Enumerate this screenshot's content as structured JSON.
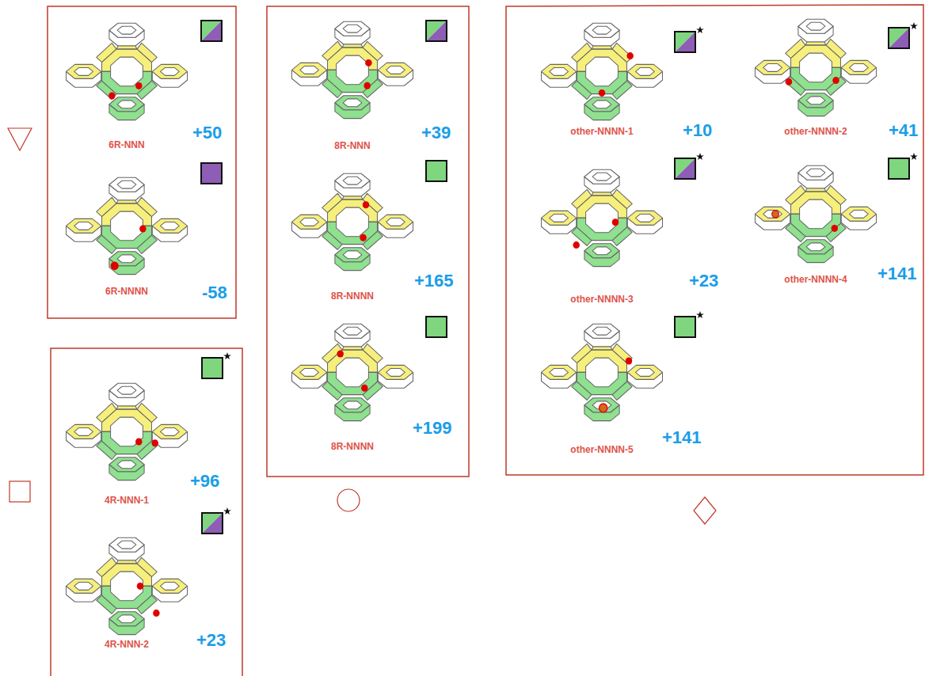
{
  "diagram": {
    "labels": [
      "6R-NNN",
      "+50",
      "6R-NNNN",
      "-58",
      "8R-NNN",
      "+39",
      "8R-NNNN",
      "+165",
      "8R-NNNN",
      "+199",
      "other-NNNN-1",
      "+10",
      "other-NNNN-2",
      "+41",
      "other-NNNN-3",
      "+23",
      "other-NNNN-4",
      "+141",
      "other-NNNN-5",
      "+141",
      "4R-NNN-1",
      "+96",
      "4R-NNN-2",
      "+23"
    ]
  }
}
